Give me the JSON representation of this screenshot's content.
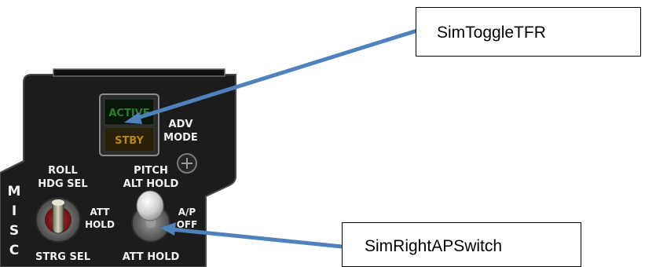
{
  "panel": {
    "mode_button": {
      "upper_text": "ACTIVE",
      "lower_text": "STBY"
    },
    "adv_mode_label": [
      "ADV",
      "MODE"
    ],
    "misc_letters": [
      "M",
      "I",
      "S",
      "C"
    ],
    "left_switch": {
      "top_labels": [
        "ROLL",
        "HDG SEL"
      ],
      "right_label": [
        "ATT",
        "HOLD"
      ],
      "bottom_label": "STRG SEL"
    },
    "right_switch": {
      "top_labels": [
        "PITCH",
        "ALT HOLD"
      ],
      "right_label": [
        "A/P",
        "OFF"
      ],
      "bottom_label": "ATT HOLD"
    },
    "colors": {
      "panel": "#1c1c1c",
      "label": "#f2f2f2",
      "active_text": "#2e7d32",
      "stby_text": "#b8860b",
      "arrow": "#4f81bd"
    }
  },
  "callouts": {
    "tfr": "SimToggleTFR",
    "ap_switch": "SimRightAPSwitch"
  }
}
